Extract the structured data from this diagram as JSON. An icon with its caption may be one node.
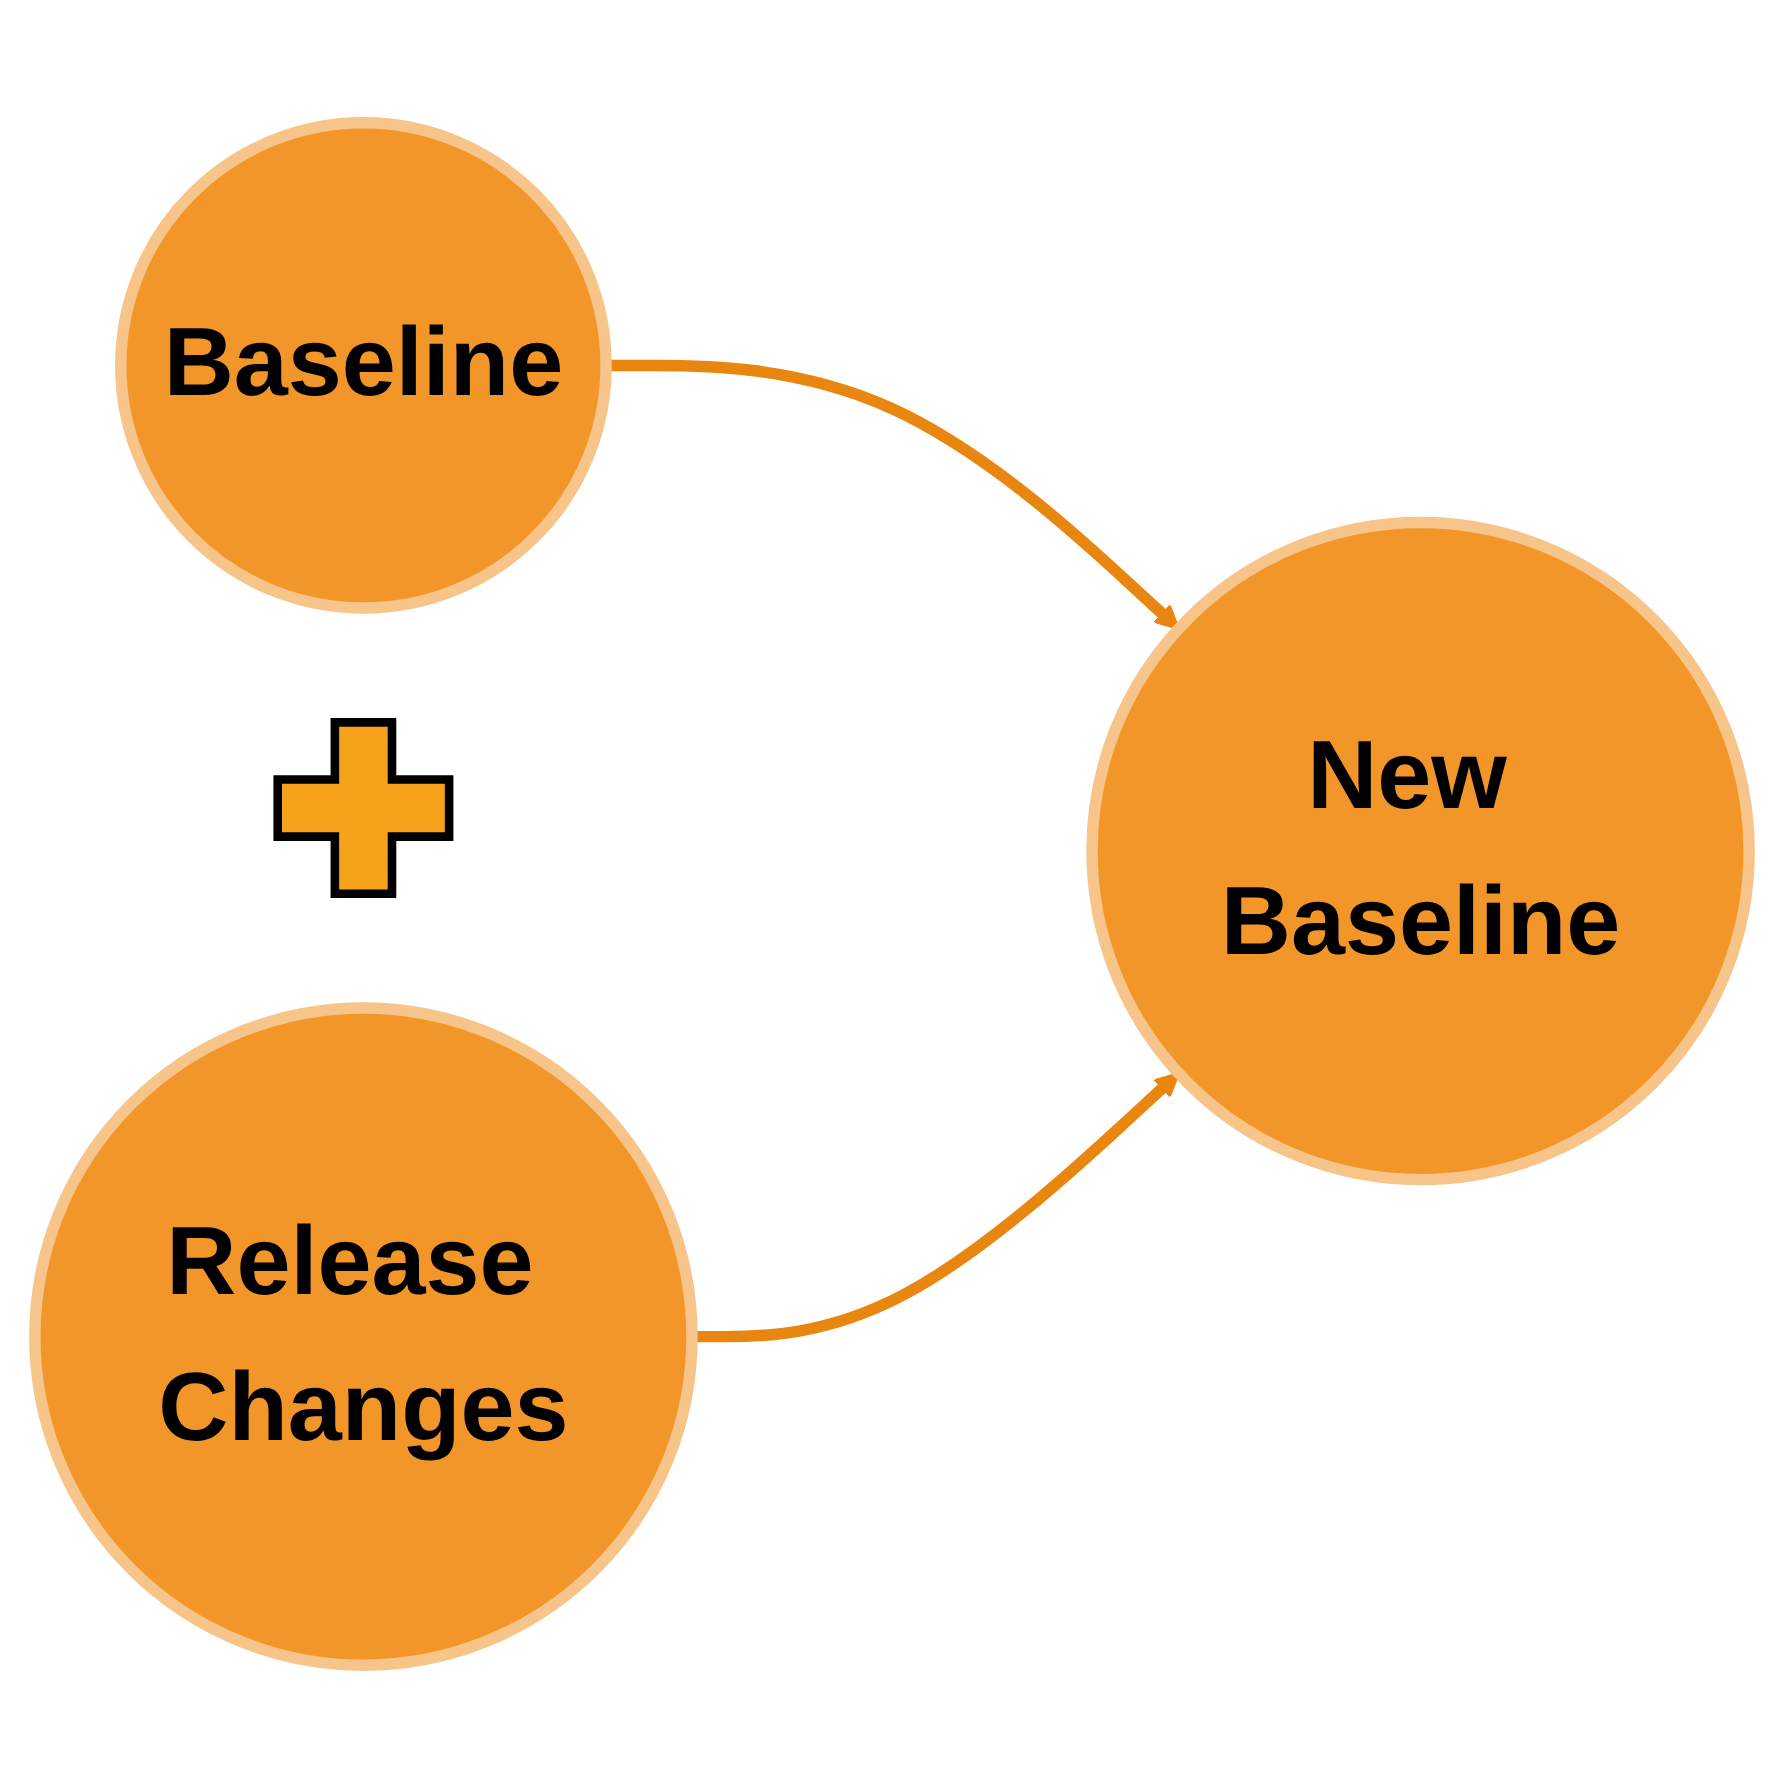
{
  "diagram": {
    "nodes": [
      {
        "text": [
          "Baseline"
        ]
      },
      {
        "text": [],
        "shape": "plus"
      },
      {
        "text": [
          "Release Changes"
        ]
      },
      {
        "text": [
          "New Baseline"
        ]
      }
    ],
    "edges": [
      {
        "from": 0,
        "to": 3,
        "arrow": "to"
      },
      {
        "from": 2,
        "to": 3,
        "arrow": "to"
      }
    ]
  }
}
